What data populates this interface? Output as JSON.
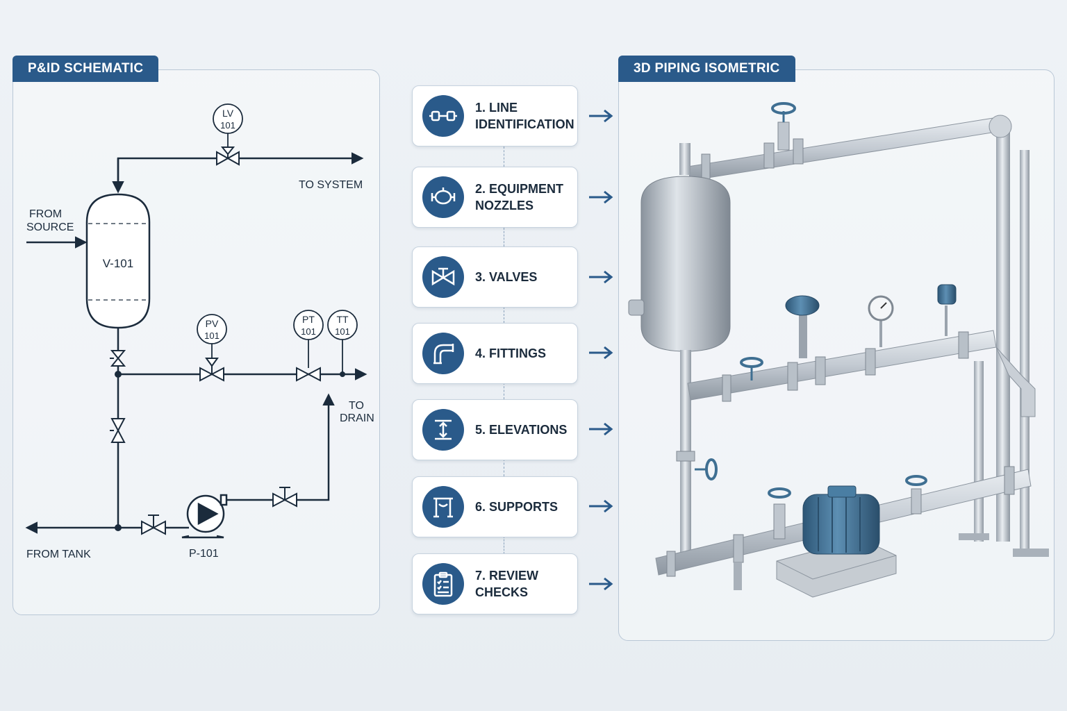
{
  "pid": {
    "title": "P&ID SCHEMATIC",
    "vessel": "V-101",
    "pump": "P-101",
    "labels": {
      "to_system": "TO SYSTEM",
      "from_source_1": "FROM",
      "from_source_2": "SOURCE",
      "to_drain_1": "TO",
      "to_drain_2": "DRAIN",
      "from_tank": "FROM TANK"
    },
    "instruments": [
      {
        "tag": "LV",
        "num": "101"
      },
      {
        "tag": "PV",
        "num": "101"
      },
      {
        "tag": "PT",
        "num": "101"
      },
      {
        "tag": "TT",
        "num": "101"
      }
    ]
  },
  "steps": [
    {
      "label": "1. LINE\nIDENTIFICATION",
      "icon": "pipe-line-icon"
    },
    {
      "label": "2. EQUIPMENT\nNOZZLES",
      "icon": "nozzle-icon"
    },
    {
      "label": "3. VALVES",
      "icon": "valve-icon"
    },
    {
      "label": "4. FITTINGS",
      "icon": "elbow-icon"
    },
    {
      "label": "5. ELEVATIONS",
      "icon": "elevation-icon"
    },
    {
      "label": "6. SUPPORTS",
      "icon": "support-icon"
    },
    {
      "label": "7. REVIEW\nCHECKS",
      "icon": "clipboard-icon"
    }
  ],
  "iso": {
    "title": "3D PIPING ISOMETRIC"
  },
  "colors": {
    "accent": "#2a5a8a",
    "line": "#1b2b3c",
    "pipe": "#c9cfd6",
    "equipment_blue": "#3f6f92"
  }
}
